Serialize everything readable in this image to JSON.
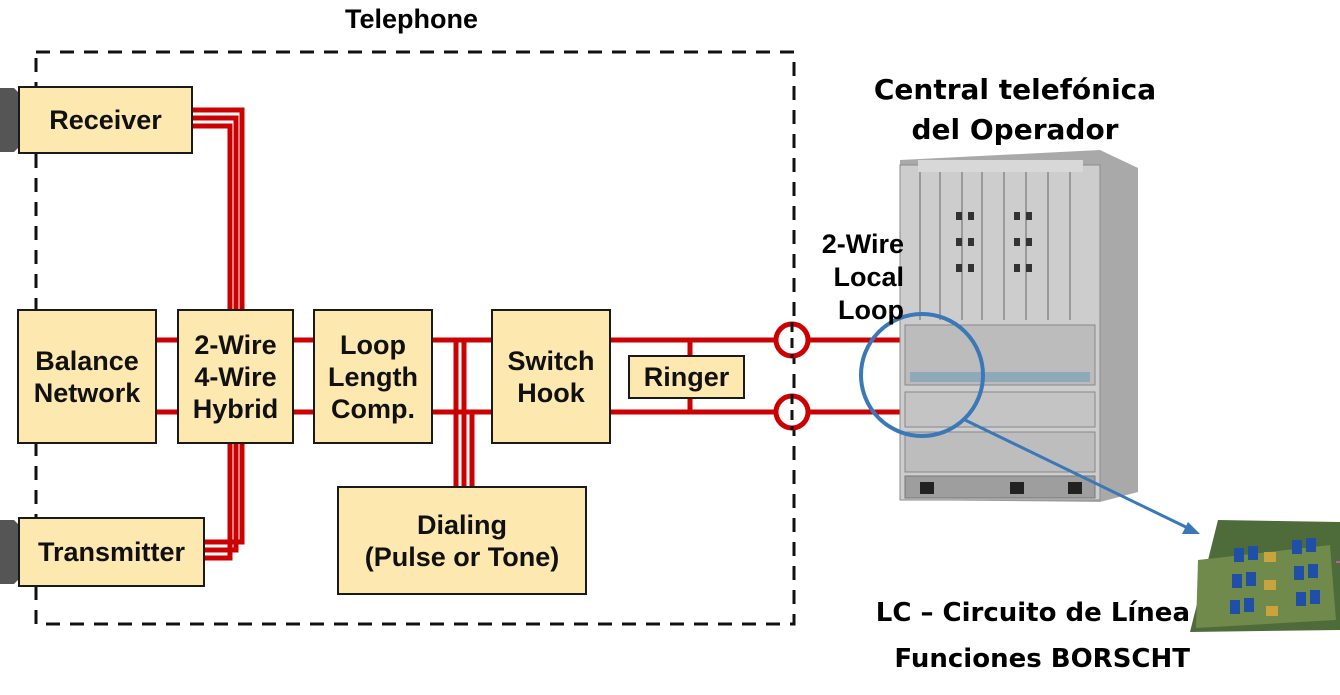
{
  "telephone_label": "Telephone",
  "blocks": {
    "receiver": "Receiver",
    "transmitter": "Transmitter",
    "balance_network": "Balance\nNetwork",
    "hybrid": "2-Wire\n4-Wire\nHybrid",
    "loop_comp": "Loop\nLength\nComp.",
    "switch_hook": "Switch\nHook",
    "ringer": "Ringer",
    "dialing": "Dialing\n(Pulse or Tone)"
  },
  "local_loop_label": "2-Wire\nLocal\nLoop",
  "central_office_label": "Central telefónica\ndel Operador",
  "line_card_label": "LC – Circuito de Línea\nFunciones BORSCHT",
  "colors": {
    "wire": "#cc0000",
    "block_fill": "#fde8b0",
    "callout": "#3a78b8"
  }
}
